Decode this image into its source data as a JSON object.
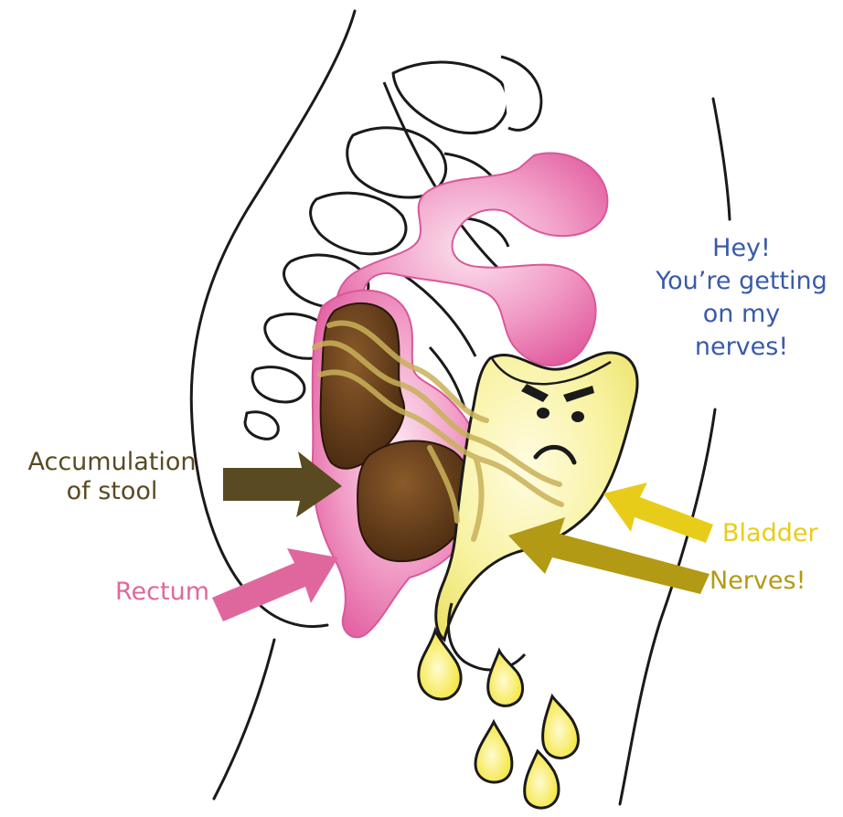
{
  "speech": {
    "line1": "Hey!",
    "line2": "You’re getting",
    "line3": "on my",
    "line4": "nerves!"
  },
  "labels": {
    "stool_line1": "Accumulation",
    "stool_line2": "of stool",
    "rectum": "Rectum",
    "bladder": "Bladder",
    "nerves": "Nerves!"
  },
  "colors": {
    "outline": "#1a1a1a",
    "colon_pink": "#e87bb4",
    "stool_brown": "#5a3516",
    "bladder_yellow": "#f4ee8a",
    "urine_yellow": "#f5ec3e",
    "nerve_gold": "#c9b15a",
    "speech_blue": "#3a5aa8",
    "stool_label": "#5a4a22",
    "rectum_label": "#e0679e",
    "bladder_label": "#e8cc1a",
    "nerves_label": "#b39a14"
  }
}
